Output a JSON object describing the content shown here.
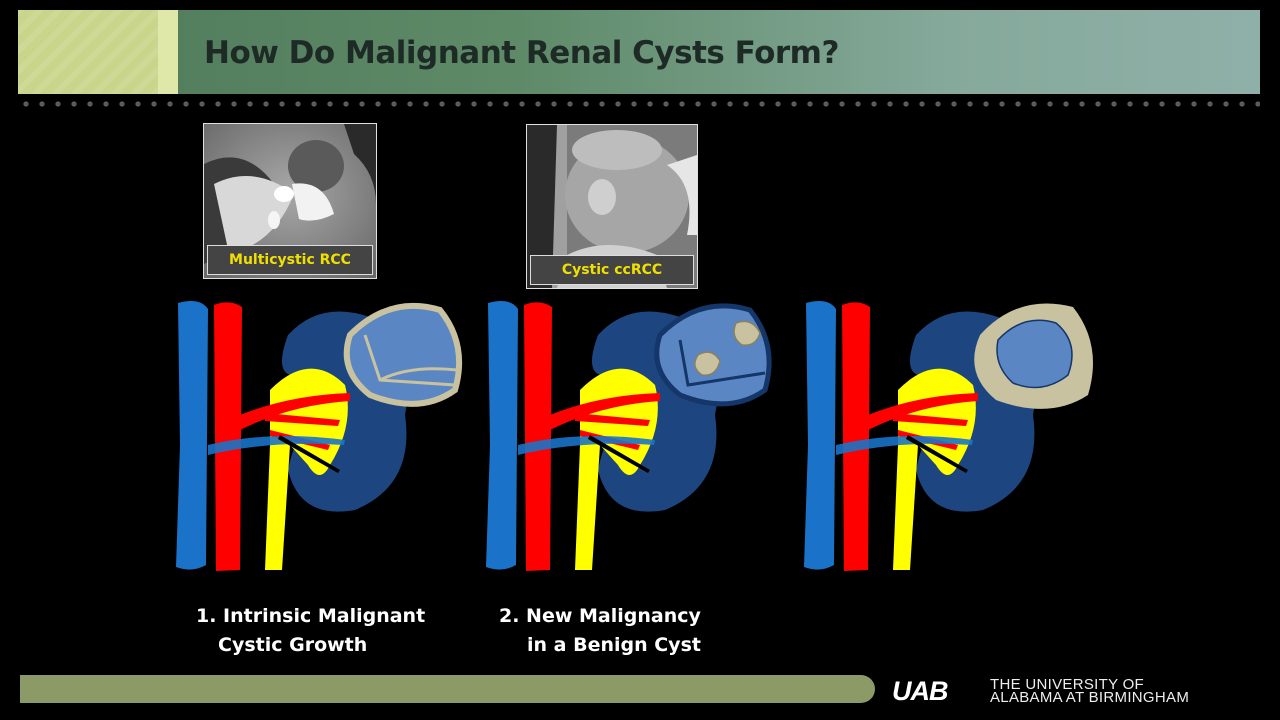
{
  "slide": {
    "title": "How Do Malignant Renal Cysts Form?"
  },
  "thumbnails": [
    {
      "label": "Multicystic RCC"
    },
    {
      "label": "Cystic ccRCC"
    }
  ],
  "captions": [
    {
      "line1": "1. Intrinsic Malignant",
      "line2": "Cystic Growth"
    },
    {
      "line1": "2. New Malignancy",
      "line2": "in a Benign Cyst"
    }
  ],
  "logo": {
    "mark_text": "UAB",
    "line1": "THE UNIVERSITY OF",
    "line2": "ALABAMA AT BIRMINGHAM"
  },
  "colors": {
    "vein": "#1a73c8",
    "artery": "#ff0000",
    "ureter": "#ffff00",
    "kidney": "#1d4680",
    "cyst": "#5b86c4",
    "cyst_wall": "#c9c2a0"
  }
}
